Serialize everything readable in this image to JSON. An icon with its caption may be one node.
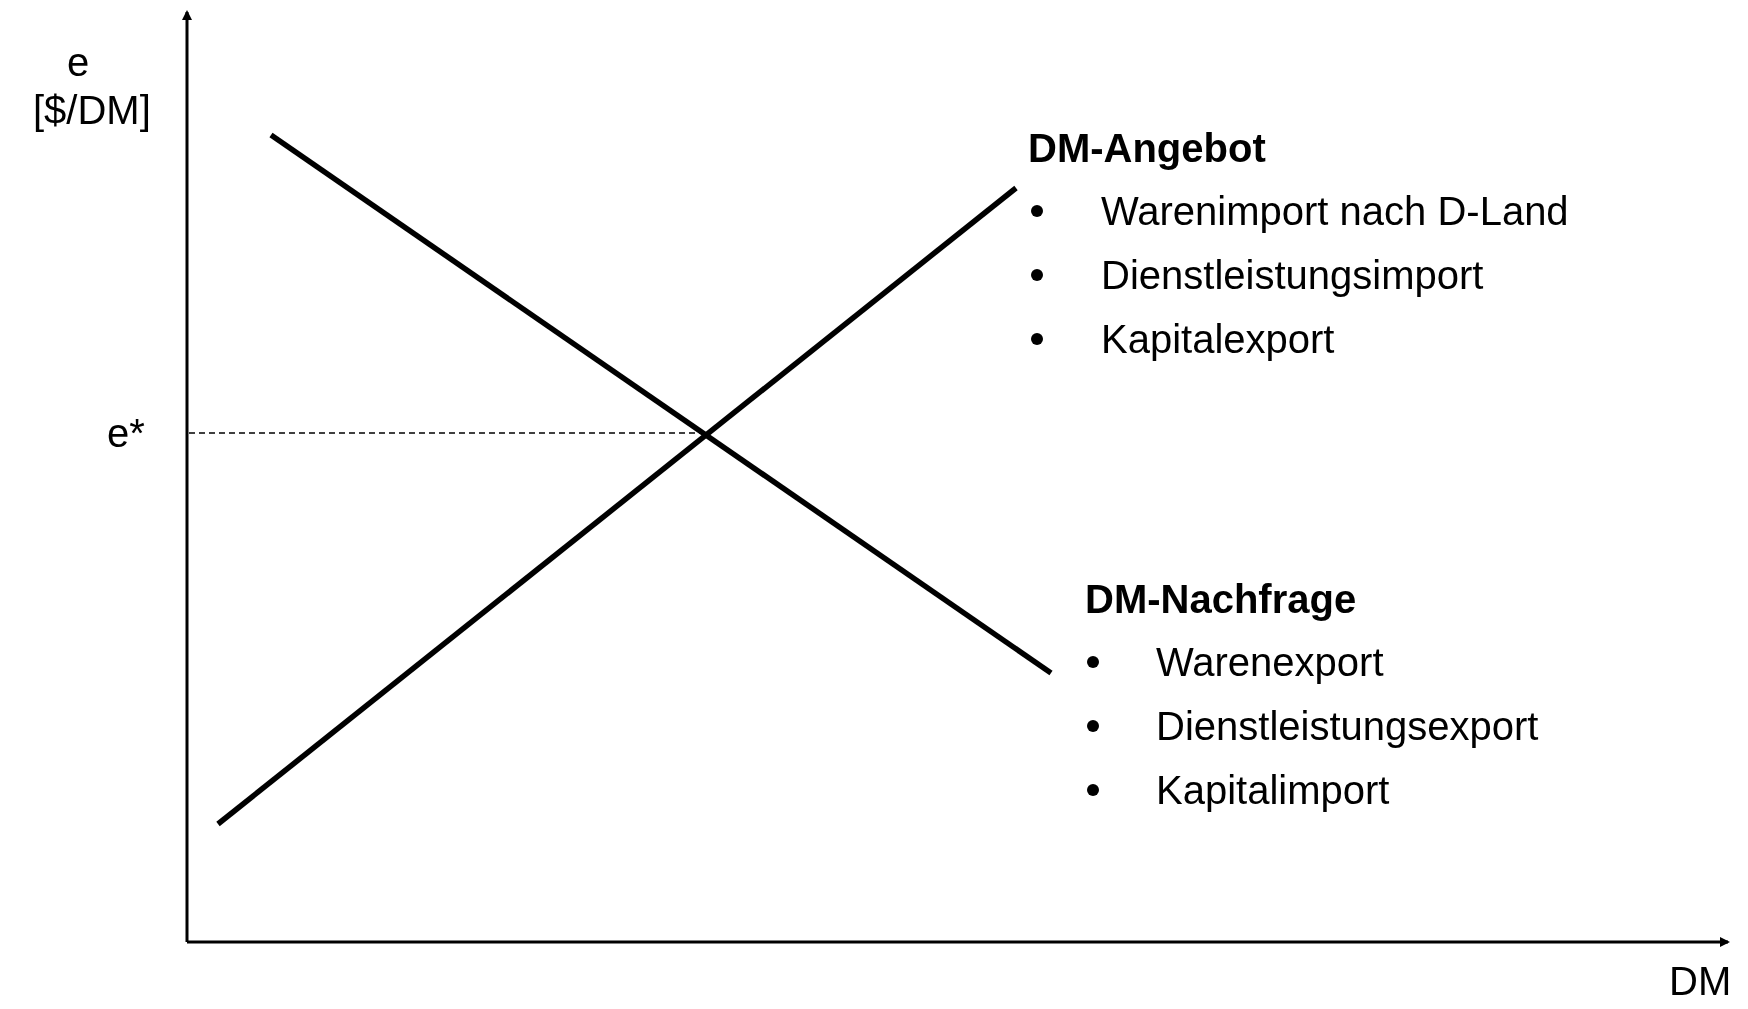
{
  "diagram": {
    "labels": [
      "e [$/DM]",
      "e*",
      "DM-Angebot",
      "Warenimport nach D-Land",
      "Dienstleistungsimport",
      "Kapitalexport",
      "DM-Nachfrage",
      "Warenexport",
      "Dienstleistungsexport",
      "Kapitalimport",
      "DM"
    ]
  }
}
